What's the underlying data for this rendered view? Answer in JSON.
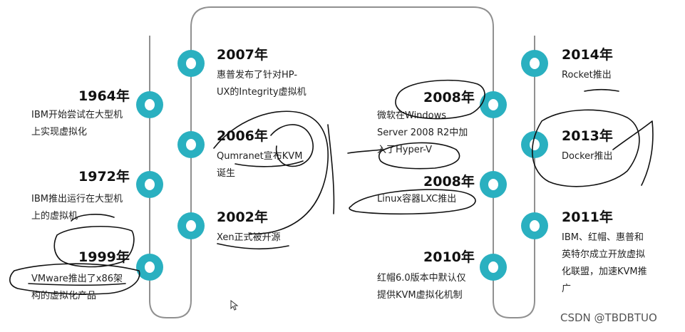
{
  "colors": {
    "node": "#2ab0c0",
    "track": "#909090",
    "ink": "#111111"
  },
  "events": [
    {
      "id": "1964",
      "year": "1964年",
      "lines": [
        "IBM开始尝试在大型机",
        "上实现虚拟化"
      ]
    },
    {
      "id": "1972",
      "year": "1972年",
      "lines": [
        "IBM推出运行在大型机",
        "上的虚拟机"
      ]
    },
    {
      "id": "1999",
      "year": "1999年",
      "lines": [
        "VMware推出了x86架",
        "构的虚拟化产品"
      ]
    },
    {
      "id": "2007",
      "year": "2007年",
      "lines": [
        "惠普发布了针对HP-",
        "UX的Integrity虚拟机"
      ]
    },
    {
      "id": "2006",
      "year": "2006年",
      "lines": [
        "Qumranet宣布KVM",
        "诞生"
      ]
    },
    {
      "id": "2002",
      "year": "2002年",
      "lines": [
        "Xen正式被开源"
      ]
    },
    {
      "id": "2008a",
      "year": "2008年",
      "lines": [
        "微软在Windows",
        "Server 2008 R2中加",
        "入了Hyper-V"
      ]
    },
    {
      "id": "2008b",
      "year": "2008年",
      "lines": [
        "Linux容器LXC推出"
      ]
    },
    {
      "id": "2010",
      "year": "2010年",
      "lines": [
        "红帽6.0版本中默认仅",
        "提供KVM虚拟化机制"
      ]
    },
    {
      "id": "2014",
      "year": "2014年",
      "lines": [
        "Rocket推出"
      ]
    },
    {
      "id": "2013",
      "year": "2013年",
      "lines": [
        "Docker推出"
      ]
    },
    {
      "id": "2011",
      "year": "2011年",
      "lines": [
        "IBM、红帽、惠普和",
        "英特尔成立开放虚拟",
        "化联盟，加速KVM推",
        "广"
      ]
    }
  ],
  "watermark": "CSDN @TBDBTUO"
}
